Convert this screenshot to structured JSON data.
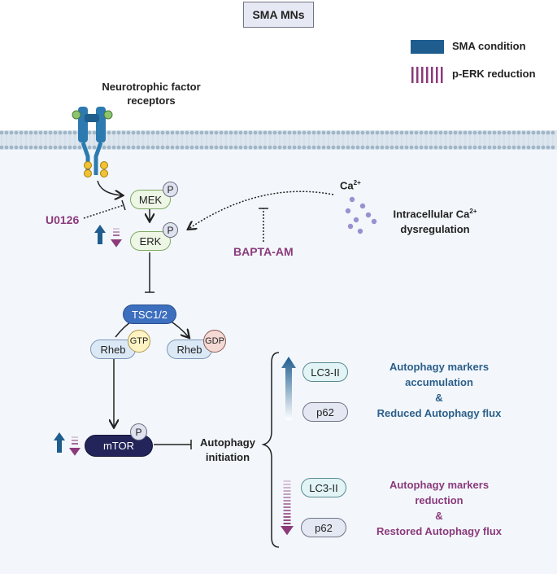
{
  "title": "SMA MNs",
  "legend": {
    "sma_condition": "SMA condition",
    "perk_reduction": "p-ERK reduction"
  },
  "receptor_label": "Neurotrophic factor receptors",
  "phospho": "P",
  "nodes": {
    "mek": "MEK",
    "erk": "ERK",
    "tsc": "TSC1/2",
    "rheb1": "Rheb",
    "rheb2": "Rheb",
    "gtp": "GTP",
    "gdp": "GDP",
    "mtor": "mTOR"
  },
  "inhibitors": {
    "u0126": "U0126",
    "bapta": "BAPTA-AM"
  },
  "calcium": {
    "ion": "Ca",
    "charge": "2+",
    "dysreg_line1": "Intracellular Ca",
    "dysreg_line2": "dysregulation"
  },
  "autophagy_initiation": {
    "line1": "Autophagy",
    "line2": "initiation"
  },
  "markers": {
    "lc3_top": "LC3-II",
    "p62_top": "p62",
    "lc3_bottom": "LC3-II",
    "p62_bottom": "p62"
  },
  "outcome_top": {
    "line1": "Autophagy markers",
    "line2": "accumulation",
    "line3": "&",
    "line4": "Reduced Autophagy flux"
  },
  "outcome_bottom": {
    "line1": "Autophagy markers",
    "line2": "reduction",
    "line3": "&",
    "line4": "Restored Autophagy flux"
  },
  "colors": {
    "sma_blue": "#1f5d8f",
    "perk_purple": "#8b3a7c",
    "membrane": "#b6cad9",
    "cytoplasm": "#f3f7fb"
  }
}
